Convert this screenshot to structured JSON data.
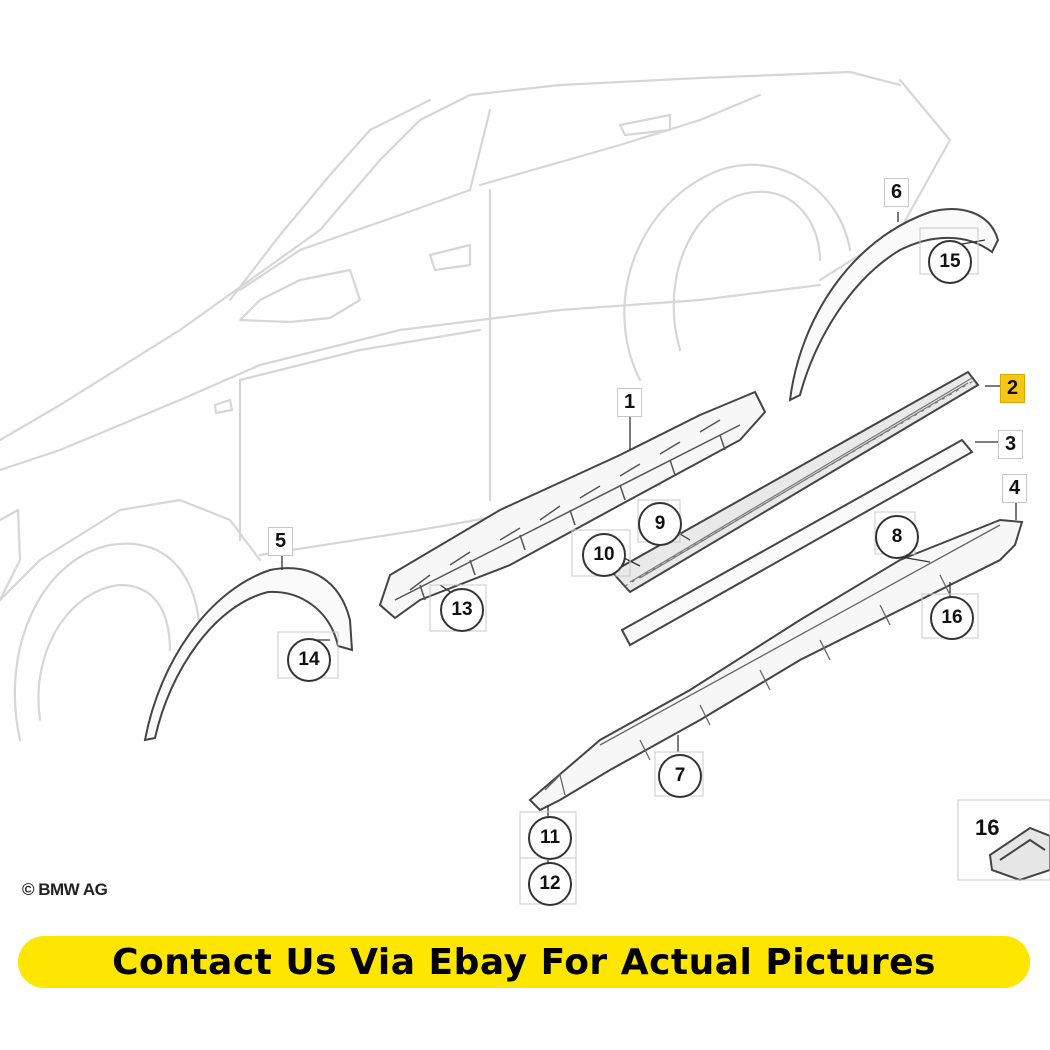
{
  "diagram": {
    "copyright": "© BMW AG",
    "part_numbers": {
      "p1": "1",
      "p2": "2",
      "p3": "3",
      "p4": "4",
      "p5": "5",
      "p6": "6",
      "p7": "7",
      "p8": "8",
      "p9": "9",
      "p10": "10",
      "p11": "11",
      "p12": "12",
      "p13": "13",
      "p14": "14",
      "p15": "15",
      "p16a": "16",
      "p16b": "16"
    },
    "highlight_color": "#f5c518"
  },
  "banner": {
    "text": "Contact Us Via Ebay For Actual Pictures",
    "background": "#ffe600"
  }
}
